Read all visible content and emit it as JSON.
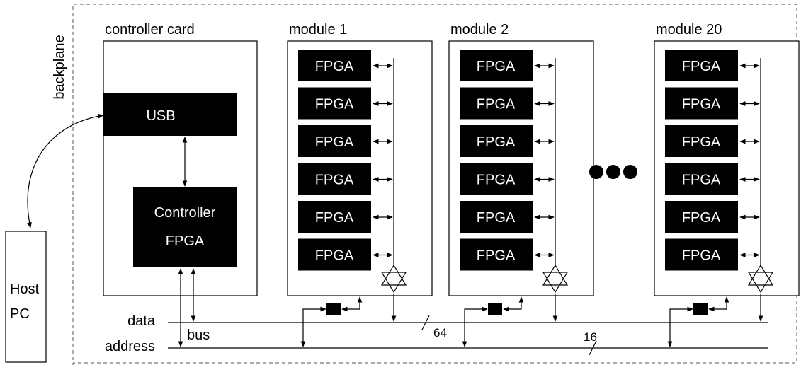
{
  "backplane_label": "backplane",
  "controller": {
    "title": "controller card",
    "usb_label": "USB",
    "fpga_label_1": "Controller",
    "fpga_label_2": "FPGA"
  },
  "modules": [
    {
      "title": "module 1",
      "fpga_labels": [
        "FPGA",
        "FPGA",
        "FPGA",
        "FPGA",
        "FPGA",
        "FPGA"
      ]
    },
    {
      "title": "module 2",
      "fpga_labels": [
        "FPGA",
        "FPGA",
        "FPGA",
        "FPGA",
        "FPGA",
        "FPGA"
      ]
    },
    {
      "title": "module 20",
      "fpga_labels": [
        "FPGA",
        "FPGA",
        "FPGA",
        "FPGA",
        "FPGA",
        "FPGA"
      ]
    }
  ],
  "host": {
    "line1": "Host",
    "line2": "PC"
  },
  "bus": {
    "data_label": "data",
    "bus_label": "bus",
    "address_label": "address",
    "data_width": "64",
    "address_width": "16"
  }
}
